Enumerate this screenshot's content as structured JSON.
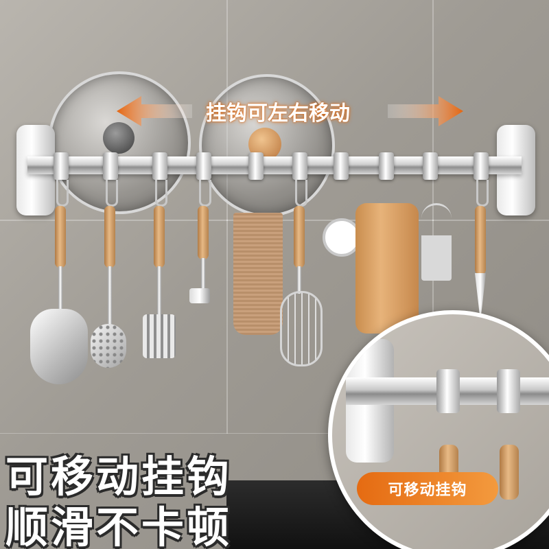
{
  "image": {
    "headline": "挂钩可左右移动",
    "zoom_label": "可移动挂钩",
    "slogan_line1": "可移动挂钩",
    "slogan_line2": "顺滑不卡顿"
  },
  "colors": {
    "accent": "#e56b12",
    "accent_light": "#f39a3e",
    "wood": "#d9a86e",
    "steel": "#d0d0d0",
    "tile": "#a39f98"
  },
  "icons": [
    "arrow-left-icon",
    "arrow-right-icon"
  ]
}
